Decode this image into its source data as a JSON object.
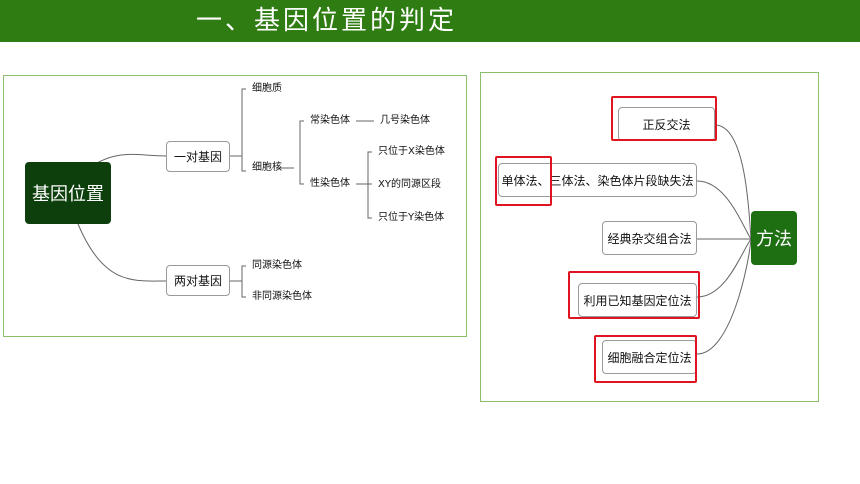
{
  "title": "一、基因位置的判定",
  "left_map": {
    "root": "基因位置",
    "branch1": "一对基因",
    "branch2": "两对基因",
    "cytoplasm": "细胞质",
    "nucleus": "细胞核",
    "autosome": "常染色体",
    "autosome_child": "几号染色体",
    "sex_chromosome": "性染色体",
    "sex_children": [
      "只位于X染色体",
      "XY的同源区段",
      "只位于Y染色体"
    ],
    "two_pair_children": [
      "同源染色体",
      "非同源染色体"
    ]
  },
  "right_map": {
    "root": "方法",
    "methods": [
      "正反交法",
      "单体法、三体法、染色体片段缺失法",
      "经典杂交组合法",
      "利用已知基因定位法",
      "细胞融合定位法"
    ]
  },
  "colors": {
    "title_bar": "#2f7d12",
    "left_root": "#0d3f0d",
    "right_root": "#1d6f12",
    "highlight": "#e0141e"
  }
}
